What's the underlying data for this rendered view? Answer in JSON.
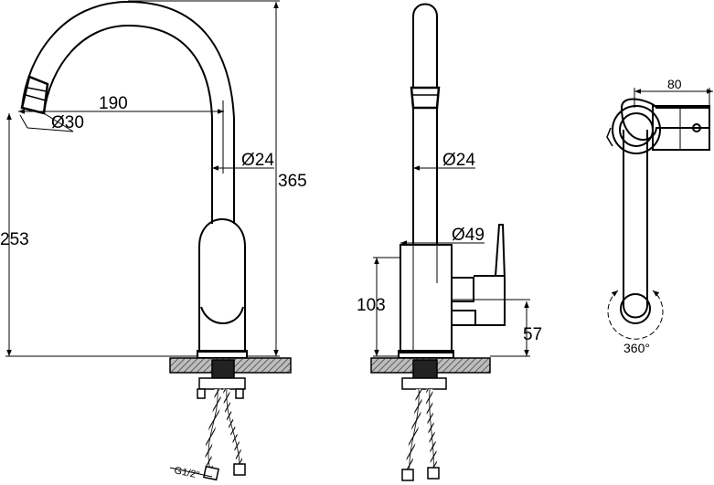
{
  "front_view": {
    "dim_reach": "190",
    "dim_aerator": "Ø30",
    "dim_body": "Ø24",
    "dim_total_height": "365",
    "dim_spout_height": "253",
    "thread": "G1/2\""
  },
  "side_view": {
    "dim_body": "Ø24",
    "dim_base": "Ø49",
    "dim_body_height": "103",
    "dim_lever_height": "57"
  },
  "top_view": {
    "dim_width": "80",
    "rotation": "360°"
  },
  "colors": {
    "line": "#000000",
    "hatch": "#555555",
    "background": "#ffffff"
  }
}
